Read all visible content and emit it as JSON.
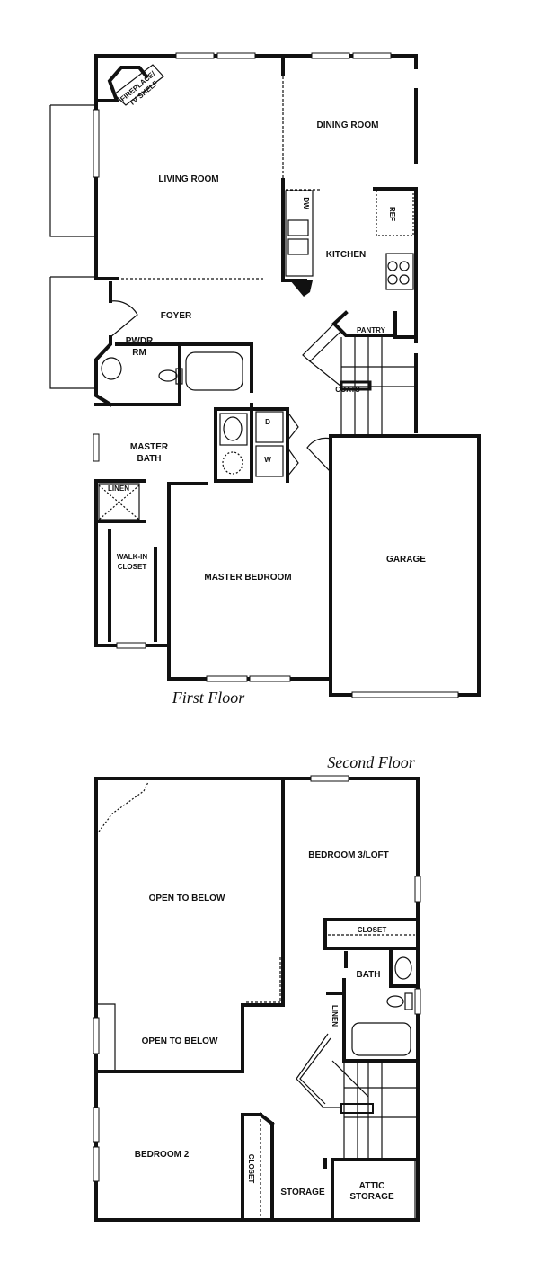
{
  "first_floor": {
    "title": "First Floor",
    "rooms": {
      "fireplace_line1": "FIREPLACE/",
      "fireplace_line2": "TV SHELF",
      "dining_room": "DINING ROOM",
      "living_room": "LIVING ROOM",
      "dishwasher": "DW",
      "refrigerator": "REF",
      "kitchen": "KITCHEN",
      "foyer": "FOYER",
      "powder_line1": "PWDR",
      "powder_line2": "RM",
      "pantry": "PANTRY",
      "coats": "COATS",
      "dryer": "D",
      "washer": "W",
      "master_bath_line1": "MASTER",
      "master_bath_line2": "BATH",
      "linen": "LINEN",
      "walkin_line1": "WALK-IN",
      "walkin_line2": "CLOSET",
      "master_bedroom": "MASTER BEDROOM",
      "garage": "GARAGE"
    }
  },
  "second_floor": {
    "title": "Second Floor",
    "rooms": {
      "bedroom3": "BEDROOM 3/LOFT",
      "open_below_1": "OPEN TO BELOW",
      "closet_1": "CLOSET",
      "bath": "BATH",
      "linen": "LINEN",
      "open_below_2": "OPEN TO BELOW",
      "bedroom2": "BEDROOM 2",
      "closet_2": "CLOSET",
      "storage": "STORAGE",
      "attic_line1": "ATTIC",
      "attic_line2": "STORAGE"
    }
  }
}
